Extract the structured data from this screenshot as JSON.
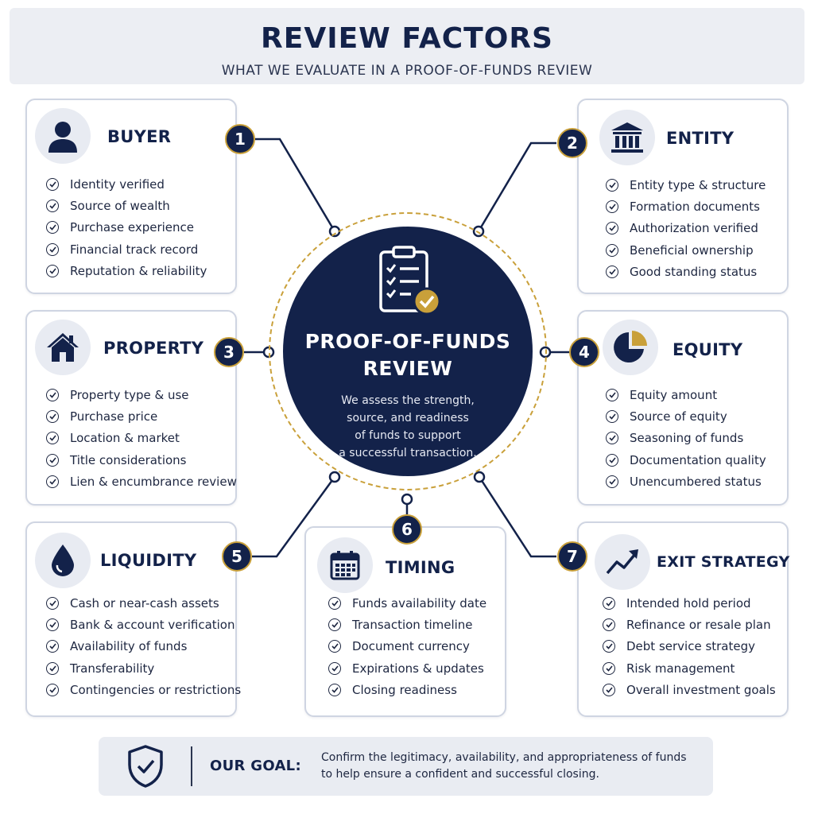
{
  "header": {
    "title": "REVIEW FACTORS",
    "subtitle": "WHAT WE EVALUATE IN A PROOF-OF-FUNDS REVIEW"
  },
  "center": {
    "title_line1": "PROOF-OF-FUNDS",
    "title_line2": "REVIEW",
    "description_line1": "We assess the strength,",
    "description_line2": "source, and readiness",
    "description_line3": "of funds to support",
    "description_line4": "a successful transaction.",
    "icon": "clipboard-checklist-icon"
  },
  "factors": {
    "buyer": {
      "number": "1",
      "title": "BUYER",
      "icon": "user-icon",
      "items": [
        "Identity verified",
        "Source of wealth",
        "Purchase experience",
        "Financial track record",
        "Reputation & reliability"
      ]
    },
    "entity": {
      "number": "2",
      "title": "ENTITY",
      "icon": "bank-building-icon",
      "items": [
        "Entity type & structure",
        "Formation documents",
        "Authorization verified",
        "Beneficial ownership",
        "Good standing status"
      ]
    },
    "property": {
      "number": "3",
      "title": "PROPERTY",
      "icon": "house-icon",
      "items": [
        "Property type & use",
        "Purchase price",
        "Location & market",
        "Title considerations",
        "Lien & encumbrance review"
      ]
    },
    "equity": {
      "number": "4",
      "title": "EQUITY",
      "icon": "pie-chart-icon",
      "items": [
        "Equity amount",
        "Source of equity",
        "Seasoning of funds",
        "Documentation quality",
        "Unencumbered status"
      ]
    },
    "liquidity": {
      "number": "5",
      "title": "LIQUIDITY",
      "icon": "water-drop-icon",
      "items": [
        "Cash or near-cash assets",
        "Bank & account verification",
        "Availability of funds",
        "Transferability",
        "Contingencies or restrictions"
      ]
    },
    "timing": {
      "number": "6",
      "title": "TIMING",
      "icon": "calendar-icon",
      "items": [
        "Funds availability date",
        "Transaction timeline",
        "Document currency",
        "Expirations & updates",
        "Closing readiness"
      ]
    },
    "exit": {
      "number": "7",
      "title": "EXIT STRATEGY",
      "icon": "trend-arrow-icon",
      "items": [
        "Intended hold period",
        "Refinance or resale plan",
        "Debt service strategy",
        "Risk management",
        "Overall investment goals"
      ]
    }
  },
  "goal": {
    "label": "OUR GOAL:",
    "line1": "Confirm the legitimacy, availability, and appropriateness of funds",
    "line2": "to help ensure a confident and successful closing.",
    "icon": "shield-check-icon"
  },
  "colors": {
    "navy": "#13224a",
    "gold": "#c9a03a",
    "card_border": "#cfd5e2",
    "panel_bg": "#eceef3"
  }
}
